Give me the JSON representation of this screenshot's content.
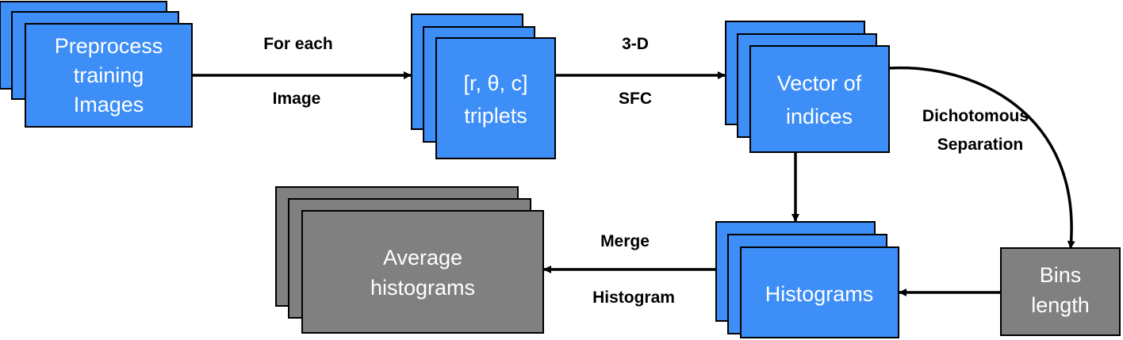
{
  "colors": {
    "blue": "#3d8ef7",
    "gray": "#808080",
    "text_on_node": "#ffffff",
    "edge": "#000000"
  },
  "nodes": {
    "preprocess": {
      "lines": [
        "Preprocess",
        "training",
        "Images"
      ],
      "color": "blue",
      "stacked": true
    },
    "triplets": {
      "lines": [
        "[r, θ, c]",
        "triplets"
      ],
      "color": "blue",
      "stacked": true
    },
    "vector": {
      "lines": [
        "Vector of",
        "indices"
      ],
      "color": "blue",
      "stacked": true
    },
    "histograms": {
      "lines": [
        "Histograms"
      ],
      "color": "blue",
      "stacked": true
    },
    "average": {
      "lines": [
        "Average",
        "histograms"
      ],
      "color": "gray",
      "stacked": true
    },
    "bins": {
      "lines": [
        "Bins",
        "length"
      ],
      "color": "gray",
      "stacked": false
    }
  },
  "edges": {
    "for_each": {
      "from": "preprocess",
      "to": "triplets",
      "label_top": "For each",
      "label_bottom": "Image"
    },
    "sfc": {
      "from": "triplets",
      "to": "vector",
      "label_top": "3-D",
      "label_bottom": "SFC"
    },
    "dichotomous": {
      "from": "vector",
      "to": "bins",
      "label_top": "Dichotomous",
      "label_bottom": "Separation"
    },
    "vector_to_hist": {
      "from": "vector",
      "to": "histograms"
    },
    "bins_to_hist": {
      "from": "bins",
      "to": "histograms"
    },
    "merge": {
      "from": "histograms",
      "to": "average",
      "label_top": "Merge",
      "label_bottom": "Histogram"
    }
  }
}
